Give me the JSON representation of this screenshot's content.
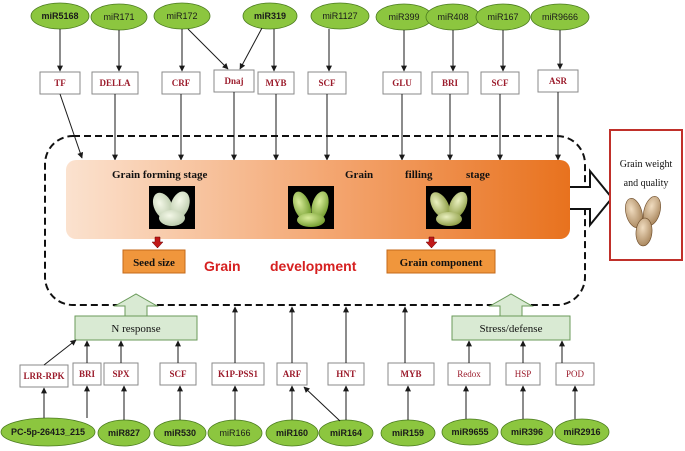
{
  "top_mirnas": [
    {
      "id": "miR5168",
      "bold": true
    },
    {
      "id": "miR171",
      "bold": false
    },
    {
      "id": "miR172",
      "bold": false
    },
    {
      "id": "miR319",
      "bold": true
    },
    {
      "id": "miR1127",
      "bold": false
    },
    {
      "id": "miR399",
      "bold": false
    },
    {
      "id": "miR408",
      "bold": false
    },
    {
      "id": "miR167",
      "bold": false
    },
    {
      "id": "miR9666",
      "bold": false
    }
  ],
  "top_genes": [
    "TF",
    "DELLA",
    "CRF",
    "Dnaj",
    "MYB",
    "SCF",
    "GLU",
    "BRI",
    "SCF",
    "ASR"
  ],
  "stages": {
    "forming": "Grain forming stage",
    "filling_1": "Grain",
    "filling_2": "filling",
    "filling_3": "stage"
  },
  "outputs": {
    "seed_size": "Seed size",
    "grain_component": "Grain component",
    "development_1": "Grain",
    "development_2": "development"
  },
  "result_box": {
    "line1": "Grain weight",
    "line2": "and quality"
  },
  "response_boxes": {
    "n_response": "N response",
    "stress": "Stress/defense"
  },
  "bottom_genes": [
    "LRR-RPK",
    "BRI",
    "SPX",
    "SCF",
    "K1P-PSS1",
    "ARF",
    "HNT",
    "MYB",
    "Redox",
    "HSP",
    "POD"
  ],
  "bottom_mirnas": [
    {
      "id": "PC-5p-26413_215",
      "bold": true
    },
    {
      "id": "miR827",
      "bold": true
    },
    {
      "id": "miR530",
      "bold": true
    },
    {
      "id": "miR166",
      "bold": false
    },
    {
      "id": "miR160",
      "bold": true
    },
    {
      "id": "miR164",
      "bold": true
    },
    {
      "id": "miR159",
      "bold": true
    },
    {
      "id": "miR9655",
      "bold": true
    },
    {
      "id": "miR396",
      "bold": true
    },
    {
      "id": "miR2916",
      "bold": true
    }
  ],
  "colors": {
    "mirna_fill": "#8cc63f",
    "gene_text": "#9b1b2b",
    "gradient_start": "#fbe2cf",
    "gradient_end": "#e8721e",
    "output_box": "#f0963c",
    "response_box": "#d9ead3",
    "highlight_red": "#d62020"
  }
}
